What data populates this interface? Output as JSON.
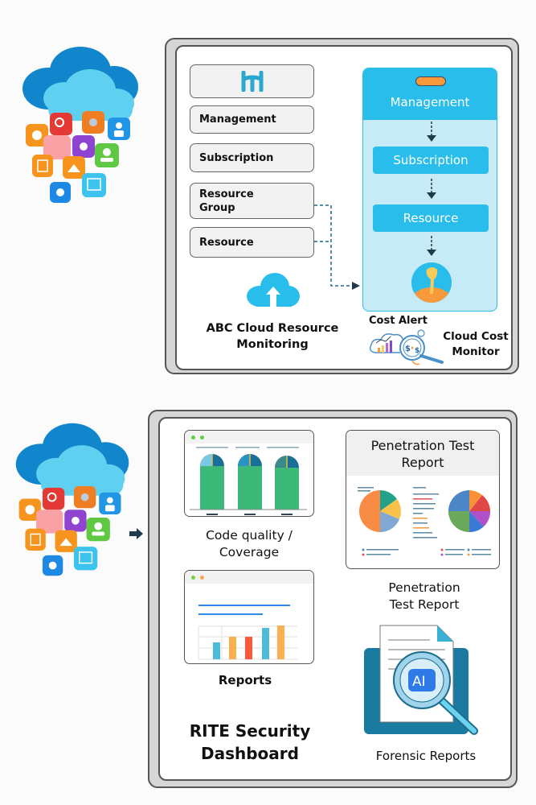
{
  "top_section": {
    "hierarchy_boxes": [
      {
        "label": "Management"
      },
      {
        "label": "Subscription"
      },
      {
        "label": "Resource Group"
      },
      {
        "label": "Resource"
      }
    ],
    "logo_icon": "hh-logo-icon",
    "cloud_upload_icon": "cloud-upload-icon",
    "monitoring_title_line1": "ABC Cloud Resource",
    "monitoring_title_line2": "Monitoring",
    "flow_panel": {
      "header": "Management",
      "steps": [
        "Subscription",
        "Resource"
      ],
      "end_icon": "user-avatar-icon"
    },
    "cost_alert_label": "Cost Alert",
    "cost_monitor_line1": "Cloud Cost",
    "cost_monitor_line2": "Monitor",
    "cost_icon": "cost-analytics-icon"
  },
  "bottom_section": {
    "arrow_icon": "arrow-right-icon",
    "code_quality_line1": "Code quality /",
    "code_quality_line2": "Coverage",
    "pentest_card_title_line1": "Penetration Test",
    "pentest_card_title_line2": "Report",
    "pentest_label_line1": "Penetration",
    "pentest_label_line2": "Test Report",
    "reports_label": "Reports",
    "forensic_label": "Forensic Reports",
    "forensic_badge": "AI",
    "dashboard_title_line1": "RITE Security",
    "dashboard_title_line2": "Dashboard"
  },
  "colors": {
    "accent_blue": "#29bdec",
    "panel_light_blue": "#c6ebf6",
    "arrow_dark": "#1f3a4d",
    "green_bar": "#3cb878",
    "orange": "#f89a3c"
  }
}
